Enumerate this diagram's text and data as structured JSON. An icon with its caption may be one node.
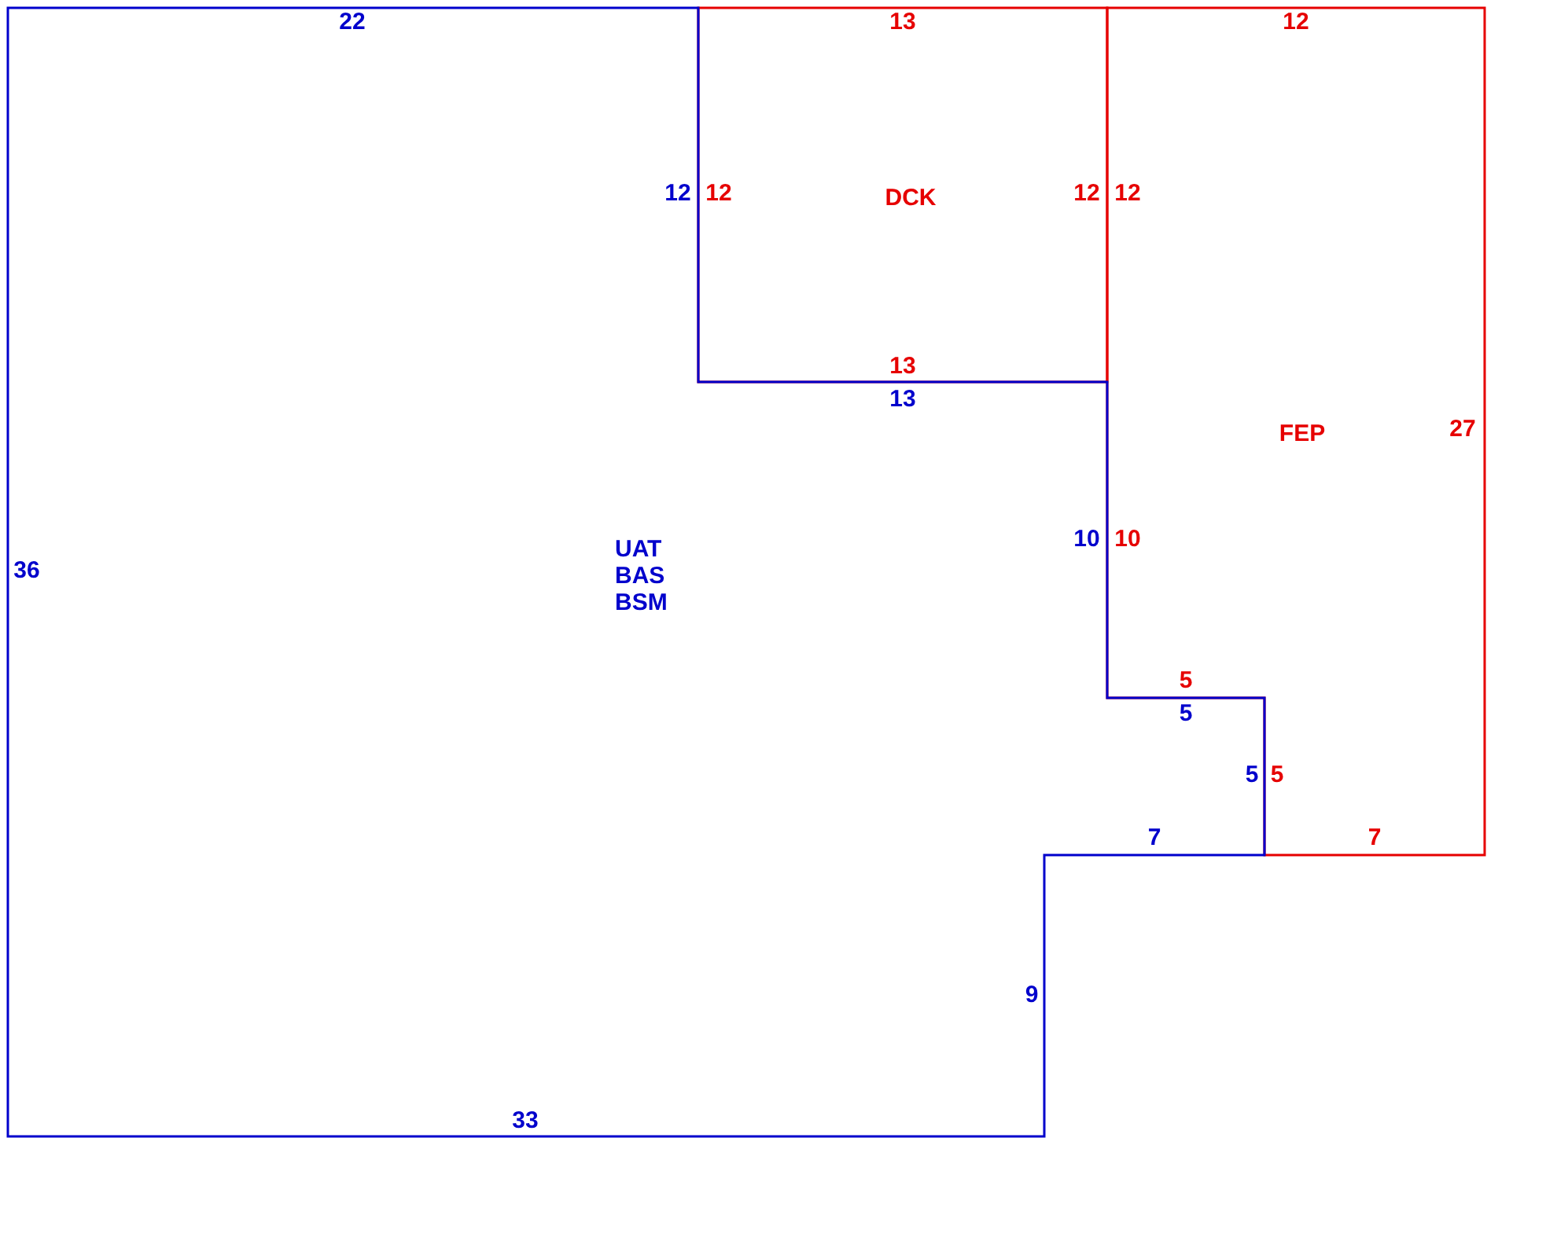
{
  "diagram": {
    "nodes": [
      {
        "text": [
          "UAT",
          "BAS",
          "BSM"
        ]
      },
      {
        "text": [
          "DCK"
        ]
      },
      {
        "text": [
          "FEP"
        ]
      }
    ],
    "labels": [
      "22",
      "13",
      "12",
      "12",
      "12",
      "12",
      "12",
      "13",
      "13",
      "27",
      "10",
      "10",
      "36",
      "5",
      "5",
      "5",
      "5",
      "7",
      "7",
      "9",
      "33"
    ]
  }
}
